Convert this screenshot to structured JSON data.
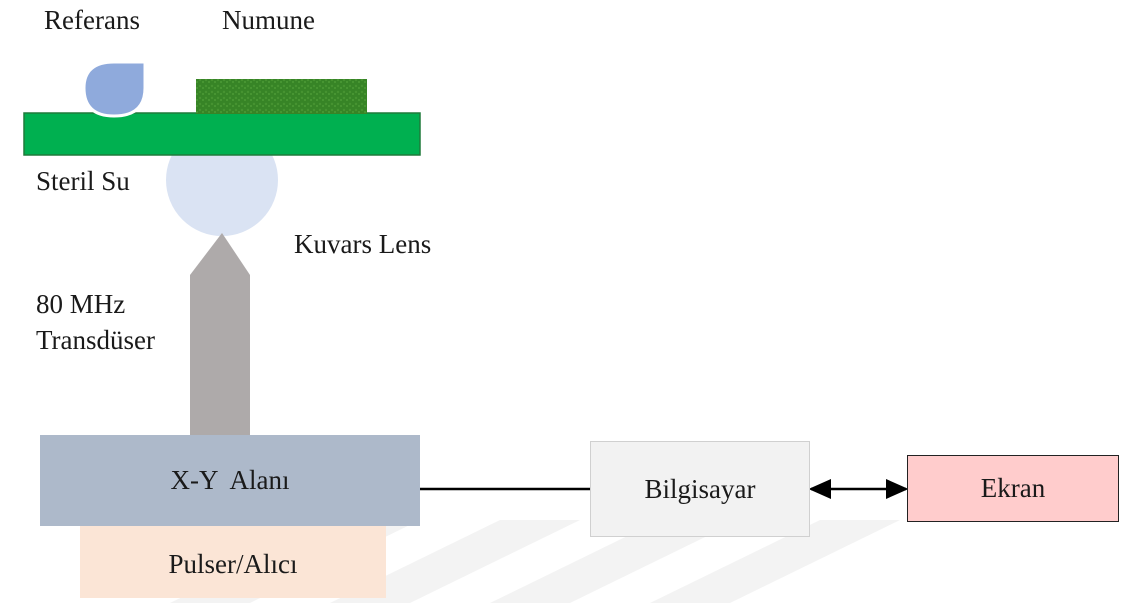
{
  "labels": {
    "reference": "Referans",
    "sample": "Numune",
    "sterile_water": "Steril Su",
    "quartz_lens": "Kuvars Lens",
    "transducer_line1": "80 MHz",
    "transducer_line2": "Transdüser"
  },
  "blocks": {
    "xy_stage": "X-Y  Alanı",
    "pulser_receiver": "Pulser/Alıcı",
    "computer": "Bilgisayar",
    "screen": "Ekran"
  },
  "colors": {
    "substrate": "#00b050",
    "sample": "#3c8a2a",
    "reference_drop": "#8faadc",
    "water_drop": "#dae3f3",
    "transducer": "#aeaaaa",
    "xy_stage": "#adb9ca",
    "pulser_receiver": "#fbe5d6",
    "computer": "#f2f2f2",
    "screen": "#ffcccc",
    "watermark": "#f2f2f2"
  }
}
